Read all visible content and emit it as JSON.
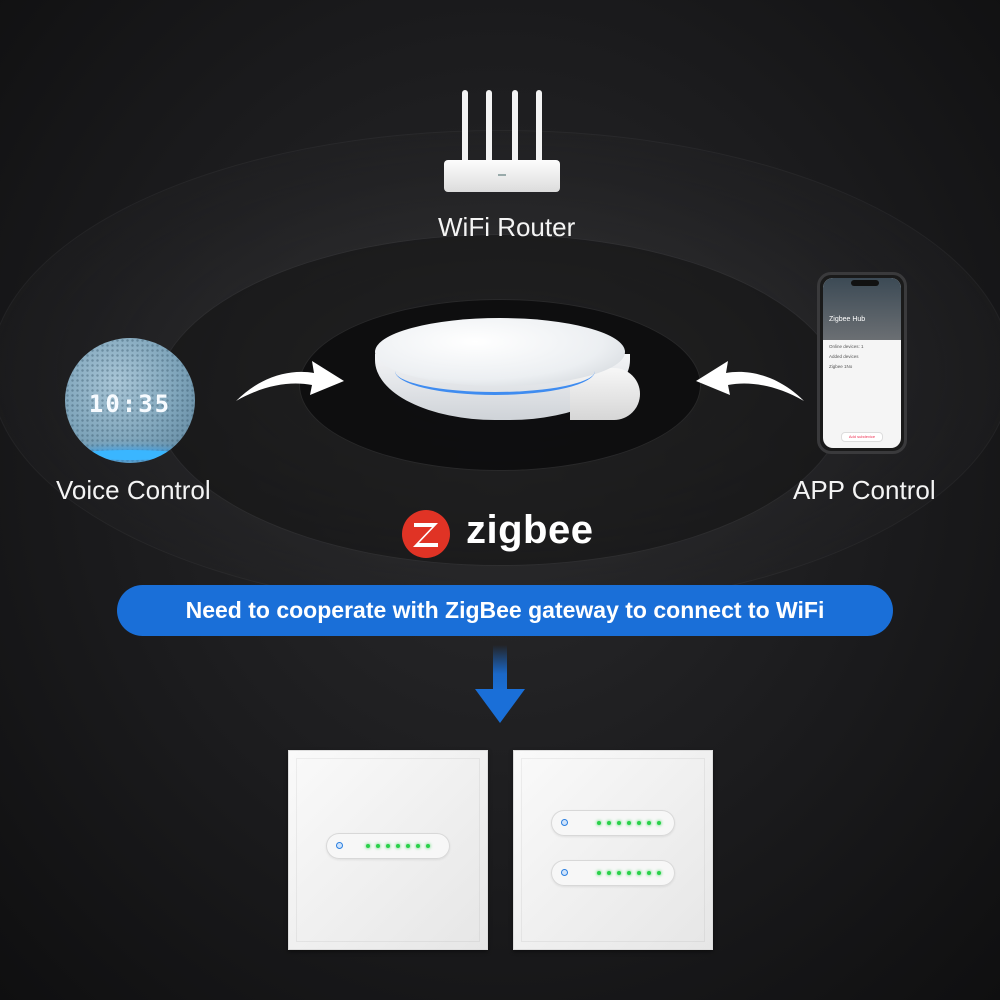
{
  "labels": {
    "router": "WiFi Router",
    "voice": "Voice Control",
    "app": "APP Control"
  },
  "echo": {
    "clock": "10:35"
  },
  "phone": {
    "title": "Zigbee Hub",
    "line1": "Online devices: 1",
    "line2": "Added devices",
    "line3": "Zigbee 1No",
    "button": "Add subdevice"
  },
  "brand": {
    "name": "zigbee"
  },
  "banner": {
    "text": "Need to cooperate with ZigBee gateway to connect to WiFi"
  },
  "colors": {
    "banner": "#1a6fd8",
    "zigbee_red": "#e03325",
    "indicator_green": "#29d14a",
    "hub_led_blue": "#3f8cf0"
  }
}
